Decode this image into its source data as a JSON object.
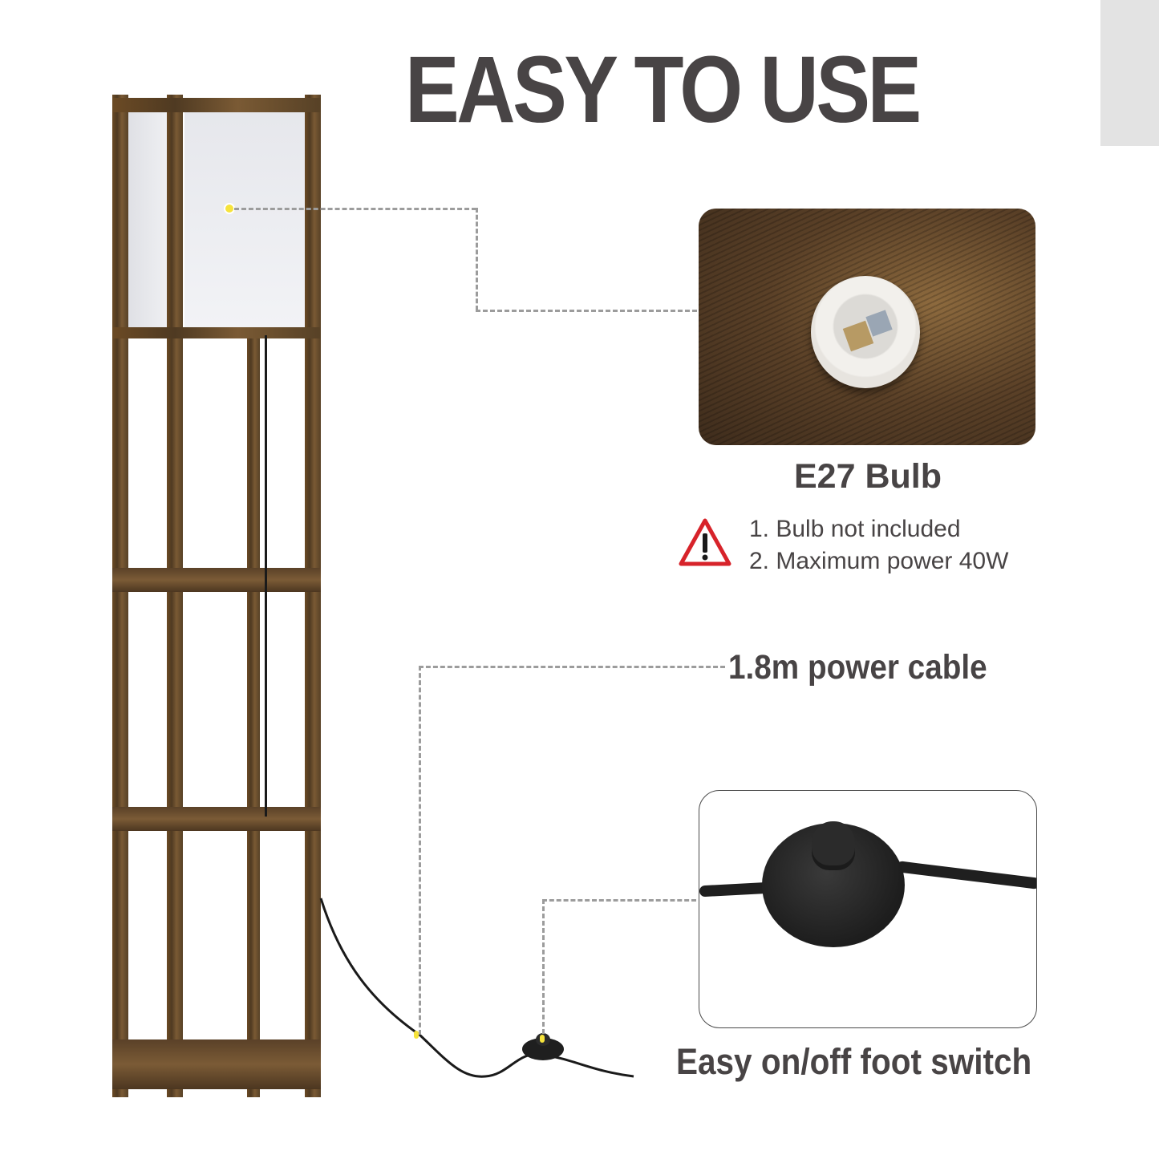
{
  "headline": "EASY TO USE",
  "features": [
    {
      "id": "bulb",
      "title": "E27 Bulb",
      "image": "lamp-socket-photo",
      "warning_icon": "warning-triangle-icon",
      "notes": [
        "1. Bulb not included",
        "2. Maximum power 40W"
      ]
    },
    {
      "id": "cable",
      "title": "1.8m power cable"
    },
    {
      "id": "switch",
      "title": "Easy on/off foot switch",
      "image": "foot-switch-photo"
    }
  ],
  "product": {
    "name": "shelf-floor-lamp",
    "shelves": 3,
    "colors": {
      "wood": "#6b4a24",
      "shade": "#eceef2",
      "text": "#484445",
      "callout_dot": "#f6e33c",
      "callout_line": "#9c9c9c",
      "warning_red": "#d7232a"
    }
  }
}
